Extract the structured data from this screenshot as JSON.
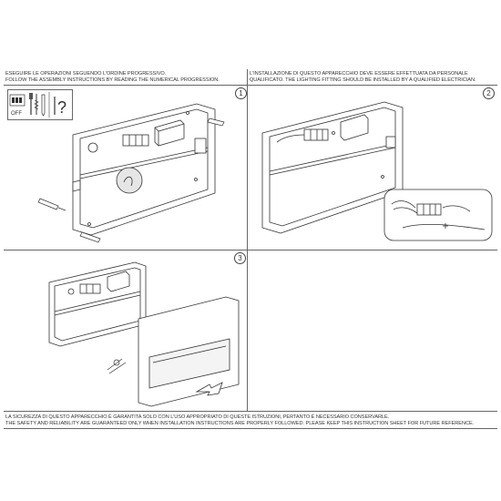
{
  "header": {
    "left_it": "ESEGUIRE LE OPERAZIONI SEGUENDO L'ORDINE PROGRESSIVO.",
    "left_en": "FOLLOW THE ASSEMBLY INSTRUCTIONS BY READING THE NUMERICAL PROGRESSION.",
    "right_it": "L'INSTALLAZIONE DI QUESTO APPARECCHIO DEVE ESSERE EFFETTUATA DA PERSONALE",
    "right_en": "QUALIFICATO. THE LIGHTING FITTING SHOULD BE INSTALLED BY A QUALIFIED ELECTRICIAN."
  },
  "tools": {
    "switch_label": "OFF",
    "question_mark": "?"
  },
  "steps": [
    "1",
    "2",
    "3"
  ],
  "footer": {
    "it": "LA SICUREZZA DI QUESTO APPARECCHIO È GARANTITA SOLO CON L'USO APPROPRIATO DI QUESTE ISTRUZIONI, PERTANTO È NECESSARIO CONSERVARLE.",
    "en": "THE SAFETY AND RELIABILITY ARE GUARANTEED ONLY WHEN INSTALLATION INSTRUCTIONS ARE PROPERLY FOLLOWED. PLEASE KEEP THIS INSTRUCTION SHEET FOR FUTURE REFERENCE."
  }
}
